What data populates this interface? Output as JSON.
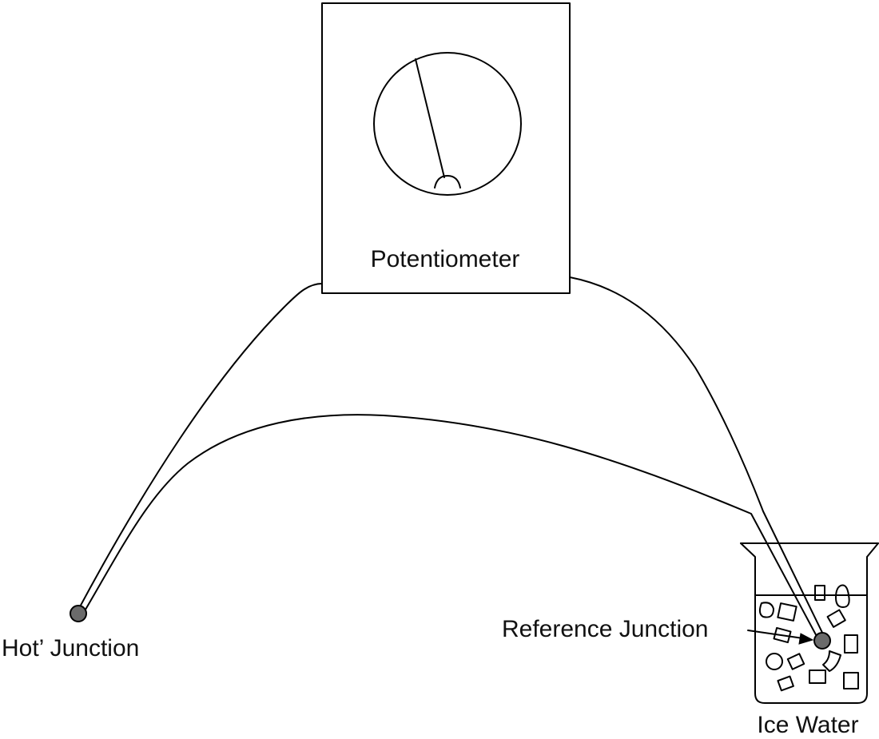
{
  "labels": {
    "potentiometer": "Potentiometer",
    "hot_junction": "Hot’ Junction",
    "reference_junction": "Reference Junction",
    "ice_water": "Ice Water"
  },
  "colors": {
    "line": "#000000",
    "junction_fill": "#6b6b6b",
    "background": "#ffffff"
  }
}
